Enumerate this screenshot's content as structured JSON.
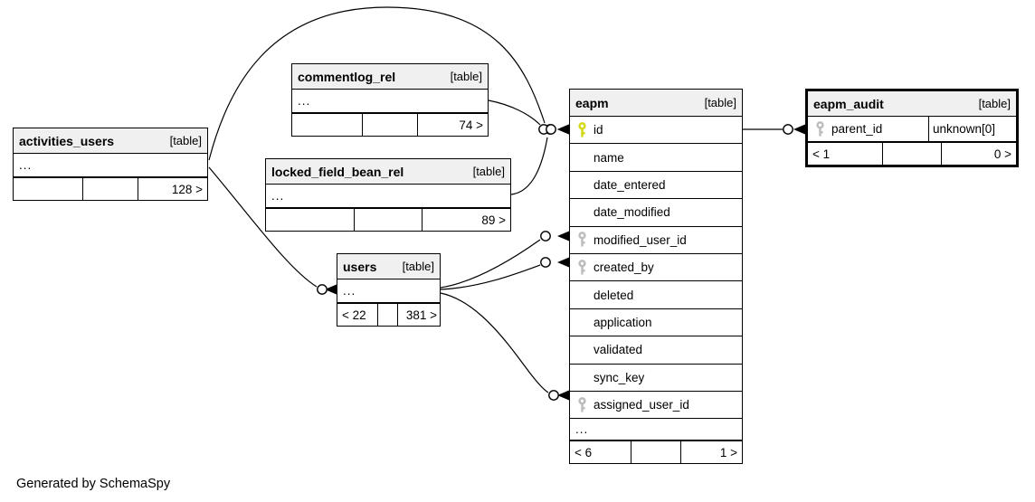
{
  "page": {
    "footer_note": "Generated by SchemaSpy"
  },
  "colors": {
    "primary_key": "#d4d916",
    "foreign_key": "#bdbdbd",
    "header_bg": "#f0f0f0",
    "line": "#000000"
  },
  "tables": {
    "activities_users": {
      "title": "activities_users",
      "tag": "[table]",
      "columns": [
        {
          "label": "..."
        }
      ],
      "footer": [
        "",
        "",
        "128 >"
      ]
    },
    "commentlog_rel": {
      "title": "commentlog_rel",
      "tag": "[table]",
      "columns": [
        {
          "label": "..."
        }
      ],
      "footer": [
        "",
        "",
        "74 >"
      ]
    },
    "locked_field_bean_rel": {
      "title": "locked_field_bean_rel",
      "tag": "[table]",
      "columns": [
        {
          "label": "..."
        }
      ],
      "footer": [
        "",
        "",
        "89 >"
      ]
    },
    "users": {
      "title": "users",
      "tag": "[table]",
      "columns": [
        {
          "label": "..."
        }
      ],
      "footer": [
        "< 22",
        "",
        "381 >"
      ]
    },
    "eapm": {
      "title": "eapm",
      "tag": "[table]",
      "columns": [
        {
          "label": "id",
          "key": "primary"
        },
        {
          "label": "name"
        },
        {
          "label": "date_entered"
        },
        {
          "label": "date_modified"
        },
        {
          "label": "modified_user_id",
          "key": "foreign"
        },
        {
          "label": "created_by",
          "key": "foreign"
        },
        {
          "label": "deleted"
        },
        {
          "label": "application"
        },
        {
          "label": "validated"
        },
        {
          "label": "sync_key"
        },
        {
          "label": "assigned_user_id",
          "key": "foreign"
        },
        {
          "label": "..."
        }
      ],
      "footer": [
        "< 6",
        "",
        "1 >"
      ]
    },
    "eapm_audit": {
      "title": "eapm_audit",
      "tag": "[table]",
      "columns": [
        {
          "label": "parent_id",
          "key": "foreign",
          "extra": "unknown[0]"
        }
      ],
      "footer": [
        "< 1",
        "",
        "0 >"
      ]
    }
  },
  "relationships": [
    {
      "id": "activities_users-eapm",
      "from": "activities_users",
      "to": "eapm.id"
    },
    {
      "id": "commentlog_rel-eapm",
      "from": "commentlog_rel",
      "to": "eapm.id"
    },
    {
      "id": "locked_field_bean_rel-eapm",
      "from": "locked_field_bean_rel",
      "to": "eapm.id"
    },
    {
      "id": "activities_users-users",
      "from": "activities_users",
      "to": "users"
    },
    {
      "id": "users-eapm-modified_user_id",
      "from": "users",
      "to": "eapm.modified_user_id"
    },
    {
      "id": "users-eapm-created_by",
      "from": "users",
      "to": "eapm.created_by"
    },
    {
      "id": "users-eapm-assigned_user_id",
      "from": "users",
      "to": "eapm.assigned_user_id"
    },
    {
      "id": "eapm-eapm_audit",
      "from": "eapm.id",
      "to": "eapm_audit.parent_id"
    }
  ]
}
